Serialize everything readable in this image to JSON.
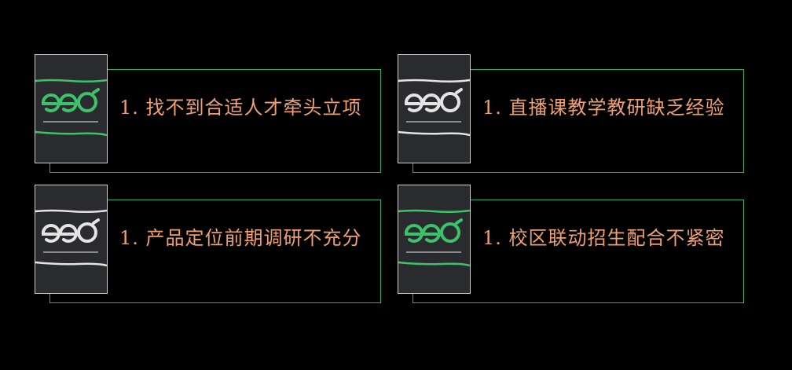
{
  "cards": [
    {
      "text": "1. 找不到合适人才牵头立项",
      "logo_color": "#3cc36a",
      "logo_word": "eeo"
    },
    {
      "text": "1. 直播课教学教研缺乏经验",
      "logo_color": "#e4e4e4",
      "logo_word": "eeo"
    },
    {
      "text": "1. 产品定位前期调研不充分",
      "logo_color": "#e4e4e4",
      "logo_word": "eeo"
    },
    {
      "text": "1. 校区联动招生配合不紧密",
      "logo_color": "#3cc36a",
      "logo_word": "eeo"
    }
  ],
  "colors": {
    "frame_border": "#2eaf6c",
    "text": "#f0a070",
    "thumb_bg": "#2a2b2f"
  }
}
